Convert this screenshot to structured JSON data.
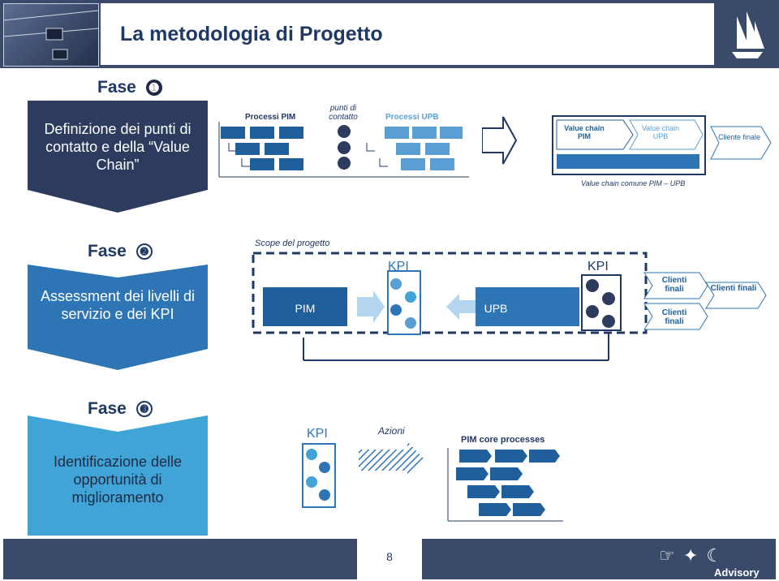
{
  "header": {
    "title": "La metodologia di Progetto"
  },
  "phases": [
    {
      "label": "Fase",
      "number": "➊",
      "description": "Definizione dei punti di contatto e della “Value Chain”",
      "color": "#2d3c5e"
    },
    {
      "label": "Fase",
      "number": "➋",
      "description": "Assessment dei livelli di servizio e dei  KPI",
      "color": "#2e75b6"
    },
    {
      "label": "Fase",
      "number": "➌",
      "description": "Identificazione delle opportunità di miglioramento",
      "color": "#41a4d6"
    }
  ],
  "phase1_diagram": {
    "processi_pim": "Processi PIM",
    "punti_di_contatto": "punti di contatto",
    "processi_upb": "Processi UPB",
    "value_chain_pim": "Value chain PIM",
    "value_chain_upb": "Value chain UPB",
    "cliente_finale": "Cliente finale",
    "value_chain_comune": "Value chain comune PIM – UPB"
  },
  "phase2_diagram": {
    "scope": "Scope del progetto",
    "kpi_left": "KPI",
    "kpi_right": "KPI",
    "pim": "PIM",
    "upb": "UPB",
    "clienti_finali_1": "Clienti finali",
    "clienti_finali_2": "Clienti finali",
    "clienti_finali_3": "Clienti finali"
  },
  "phase3_diagram": {
    "kpi": "KPI",
    "azioni": "Azioni",
    "pim_core": "PIM core processes"
  },
  "footer": {
    "page": "8",
    "brand": "Advisory"
  }
}
